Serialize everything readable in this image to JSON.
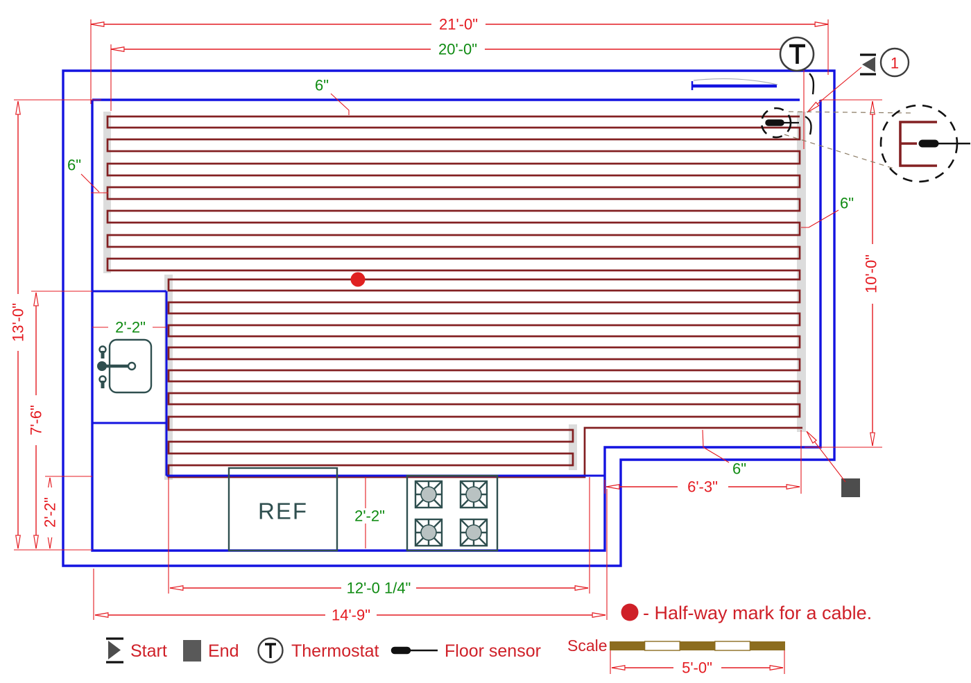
{
  "drawing": "floor-heating-cable-layout-plan",
  "colors": {
    "wall_blue": "#1313e0",
    "cable_maroon": "#832022",
    "dimension_red": "#e41a20",
    "annotation_green": "#0f8b12",
    "fixing_strip_gray": "#dcdcdc",
    "fixture_teal": "#2f4f4f",
    "marker_gray": "#4d4d4d",
    "scale_gold": "#8c6d1f",
    "halfway_dot_red": "#e02020"
  },
  "dims": {
    "d21": "21'-0\"",
    "d20": "20'-0\"",
    "d13": "13'-0\"",
    "d76": "7'-6\"",
    "d22_left": "2'-2\"",
    "d10": "10'-0\"",
    "d63": "6'-3\"",
    "d12q": "12'-0 1/4\"",
    "d149": "14'-9\"",
    "d50": "5'-0\""
  },
  "green_labels": {
    "six_top": "6\"",
    "six_left": "6\"",
    "six_right": "6\"",
    "six_bottom": "6\"",
    "sink_width": "2'-2\"",
    "counter_depth": "2'-2\""
  },
  "labels": {
    "ref": "REF",
    "scale": "Scale",
    "halfway_note": "- Half-way mark for a cable.",
    "detail_number": "1",
    "thermostat_letter": "T"
  },
  "legend": {
    "start": "Start",
    "end": "End",
    "thermostat": "Thermostat",
    "floor_sensor": "Floor sensor"
  }
}
